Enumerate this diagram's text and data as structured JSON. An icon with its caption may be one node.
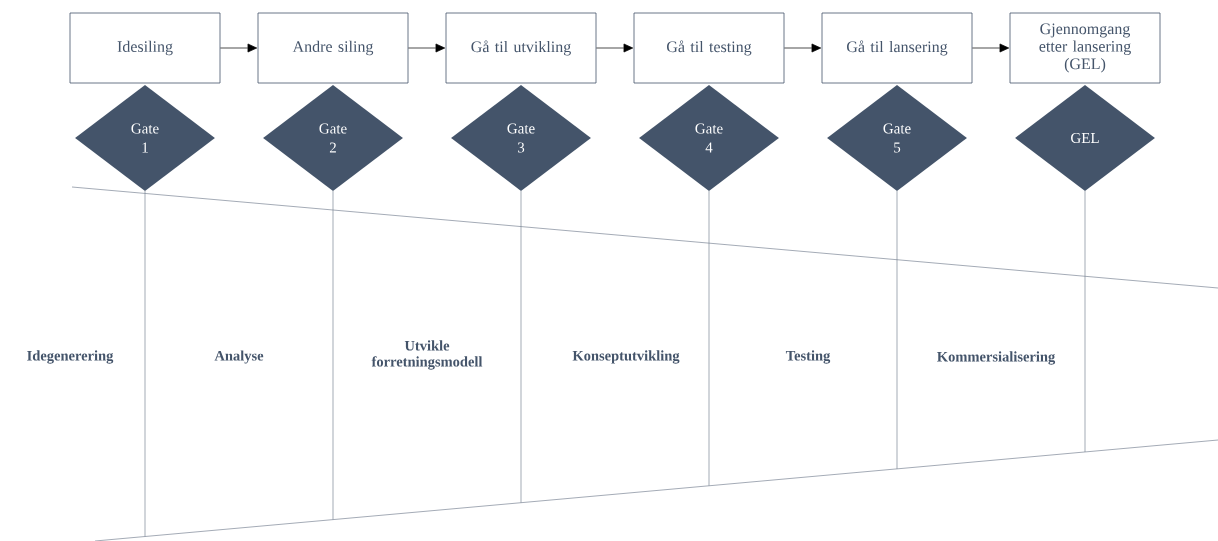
{
  "diagram": {
    "nodes": [
      {
        "text": [
          "Idesiling"
        ]
      },
      {
        "text": [
          "Andre siling"
        ]
      },
      {
        "text": [
          "Gå til utvikling"
        ]
      },
      {
        "text": [
          "Gå til testing"
        ]
      },
      {
        "text": [
          "Gå til lansering"
        ]
      },
      {
        "text": [
          "Gjennomgang etter lansering (GEL)"
        ]
      },
      {
        "text": [
          "Gate 1"
        ]
      },
      {
        "text": [
          "Gate 2"
        ]
      },
      {
        "text": [
          "Gate 3"
        ]
      },
      {
        "text": [
          "Gate 4"
        ]
      },
      {
        "text": [
          "Gate 5"
        ]
      },
      {
        "text": [
          "GEL"
        ]
      }
    ],
    "edges": [
      {
        "from": 0,
        "to": 1,
        "arrow": "to"
      },
      {
        "from": 1,
        "to": 2,
        "arrow": "to"
      },
      {
        "from": 2,
        "to": 3,
        "arrow": "to"
      },
      {
        "from": 3,
        "to": 4,
        "arrow": "to"
      },
      {
        "from": 4,
        "to": 5,
        "arrow": "to"
      }
    ],
    "labels": [
      "Idegenerering",
      "Analyse",
      "Utvikle forretningsmodell",
      "Konseptutvikling",
      "Testing",
      "Kommersialisering"
    ]
  }
}
